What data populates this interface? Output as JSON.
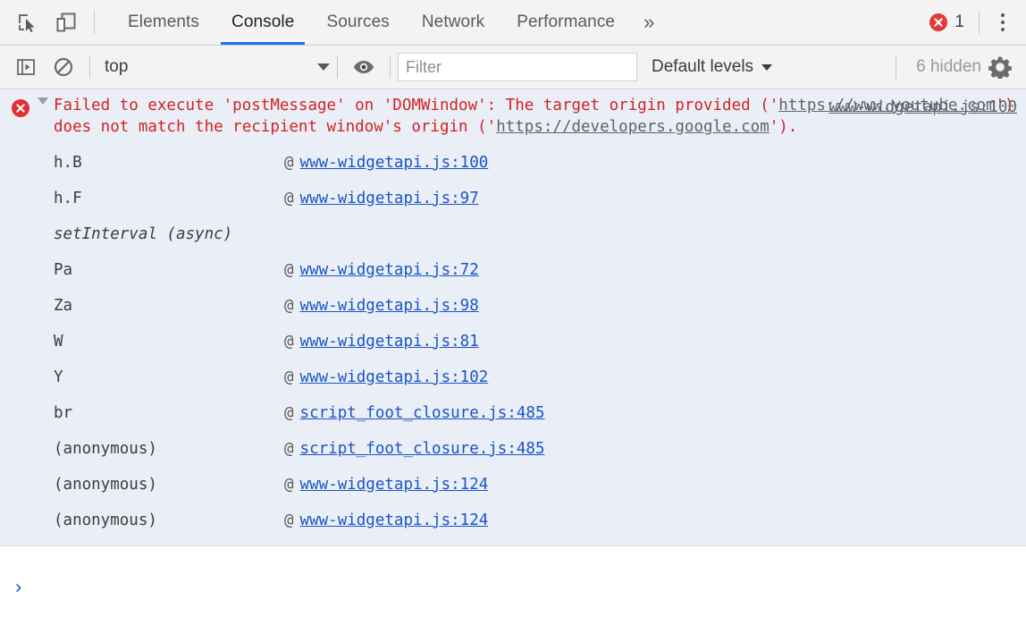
{
  "tabbar": {
    "icons": {
      "inspect": "inspect-element-icon",
      "device": "device-toolbar-icon"
    },
    "tabs": [
      {
        "label": "Elements",
        "active": false
      },
      {
        "label": "Console",
        "active": true
      },
      {
        "label": "Sources",
        "active": false
      },
      {
        "label": "Network",
        "active": false
      },
      {
        "label": "Performance",
        "active": false
      }
    ],
    "more_label": "»",
    "error_count": "1",
    "error_color": "#e53935",
    "accent_color": "#1a73e8"
  },
  "filterbar": {
    "sidebar_toggle": "console-sidebar-icon",
    "clear_console": "clear-console-icon",
    "context": "top",
    "eye_icon": "live-expression-icon",
    "filter_placeholder": "Filter",
    "filter_value": "",
    "levels_label": "Default levels",
    "hidden_label": "6 hidden",
    "settings_icon": "gear-icon"
  },
  "console": {
    "error": {
      "icon": "error-circle-icon",
      "expanded": true,
      "source_link": "www-widgetapi.js:100",
      "text_parts": [
        {
          "t": "Failed to execute 'postMessage' on 'DOMWindow': The target origin provided ('",
          "url": false
        },
        {
          "t": "https://www.youtube.com",
          "url": true
        },
        {
          "t": "') does not match the recipient window's origin ('",
          "url": false
        },
        {
          "t": "https://developers.google.com",
          "url": true
        },
        {
          "t": "').",
          "url": false
        }
      ],
      "stack": [
        {
          "fn": "h.B",
          "at": "@",
          "link": "www-widgetapi.js:100",
          "async": false
        },
        {
          "fn": "h.F",
          "at": "@",
          "link": "www-widgetapi.js:97",
          "async": false
        },
        {
          "fn": "setInterval (async)",
          "at": "",
          "link": "",
          "async": true
        },
        {
          "fn": "Pa",
          "at": "@",
          "link": "www-widgetapi.js:72",
          "async": false
        },
        {
          "fn": "Za",
          "at": "@",
          "link": "www-widgetapi.js:98",
          "async": false
        },
        {
          "fn": "W",
          "at": "@",
          "link": "www-widgetapi.js:81",
          "async": false
        },
        {
          "fn": "Y",
          "at": "@",
          "link": "www-widgetapi.js:102",
          "async": false
        },
        {
          "fn": "br",
          "at": "@",
          "link": "script_foot_closure.js:485",
          "async": false
        },
        {
          "fn": "(anonymous)",
          "at": "@",
          "link": "script_foot_closure.js:485",
          "async": false
        },
        {
          "fn": "(anonymous)",
          "at": "@",
          "link": "www-widgetapi.js:124",
          "async": false
        },
        {
          "fn": "(anonymous)",
          "at": "@",
          "link": "www-widgetapi.js:124",
          "async": false
        }
      ]
    }
  },
  "prompt": {
    "chevron": "›",
    "value": ""
  }
}
